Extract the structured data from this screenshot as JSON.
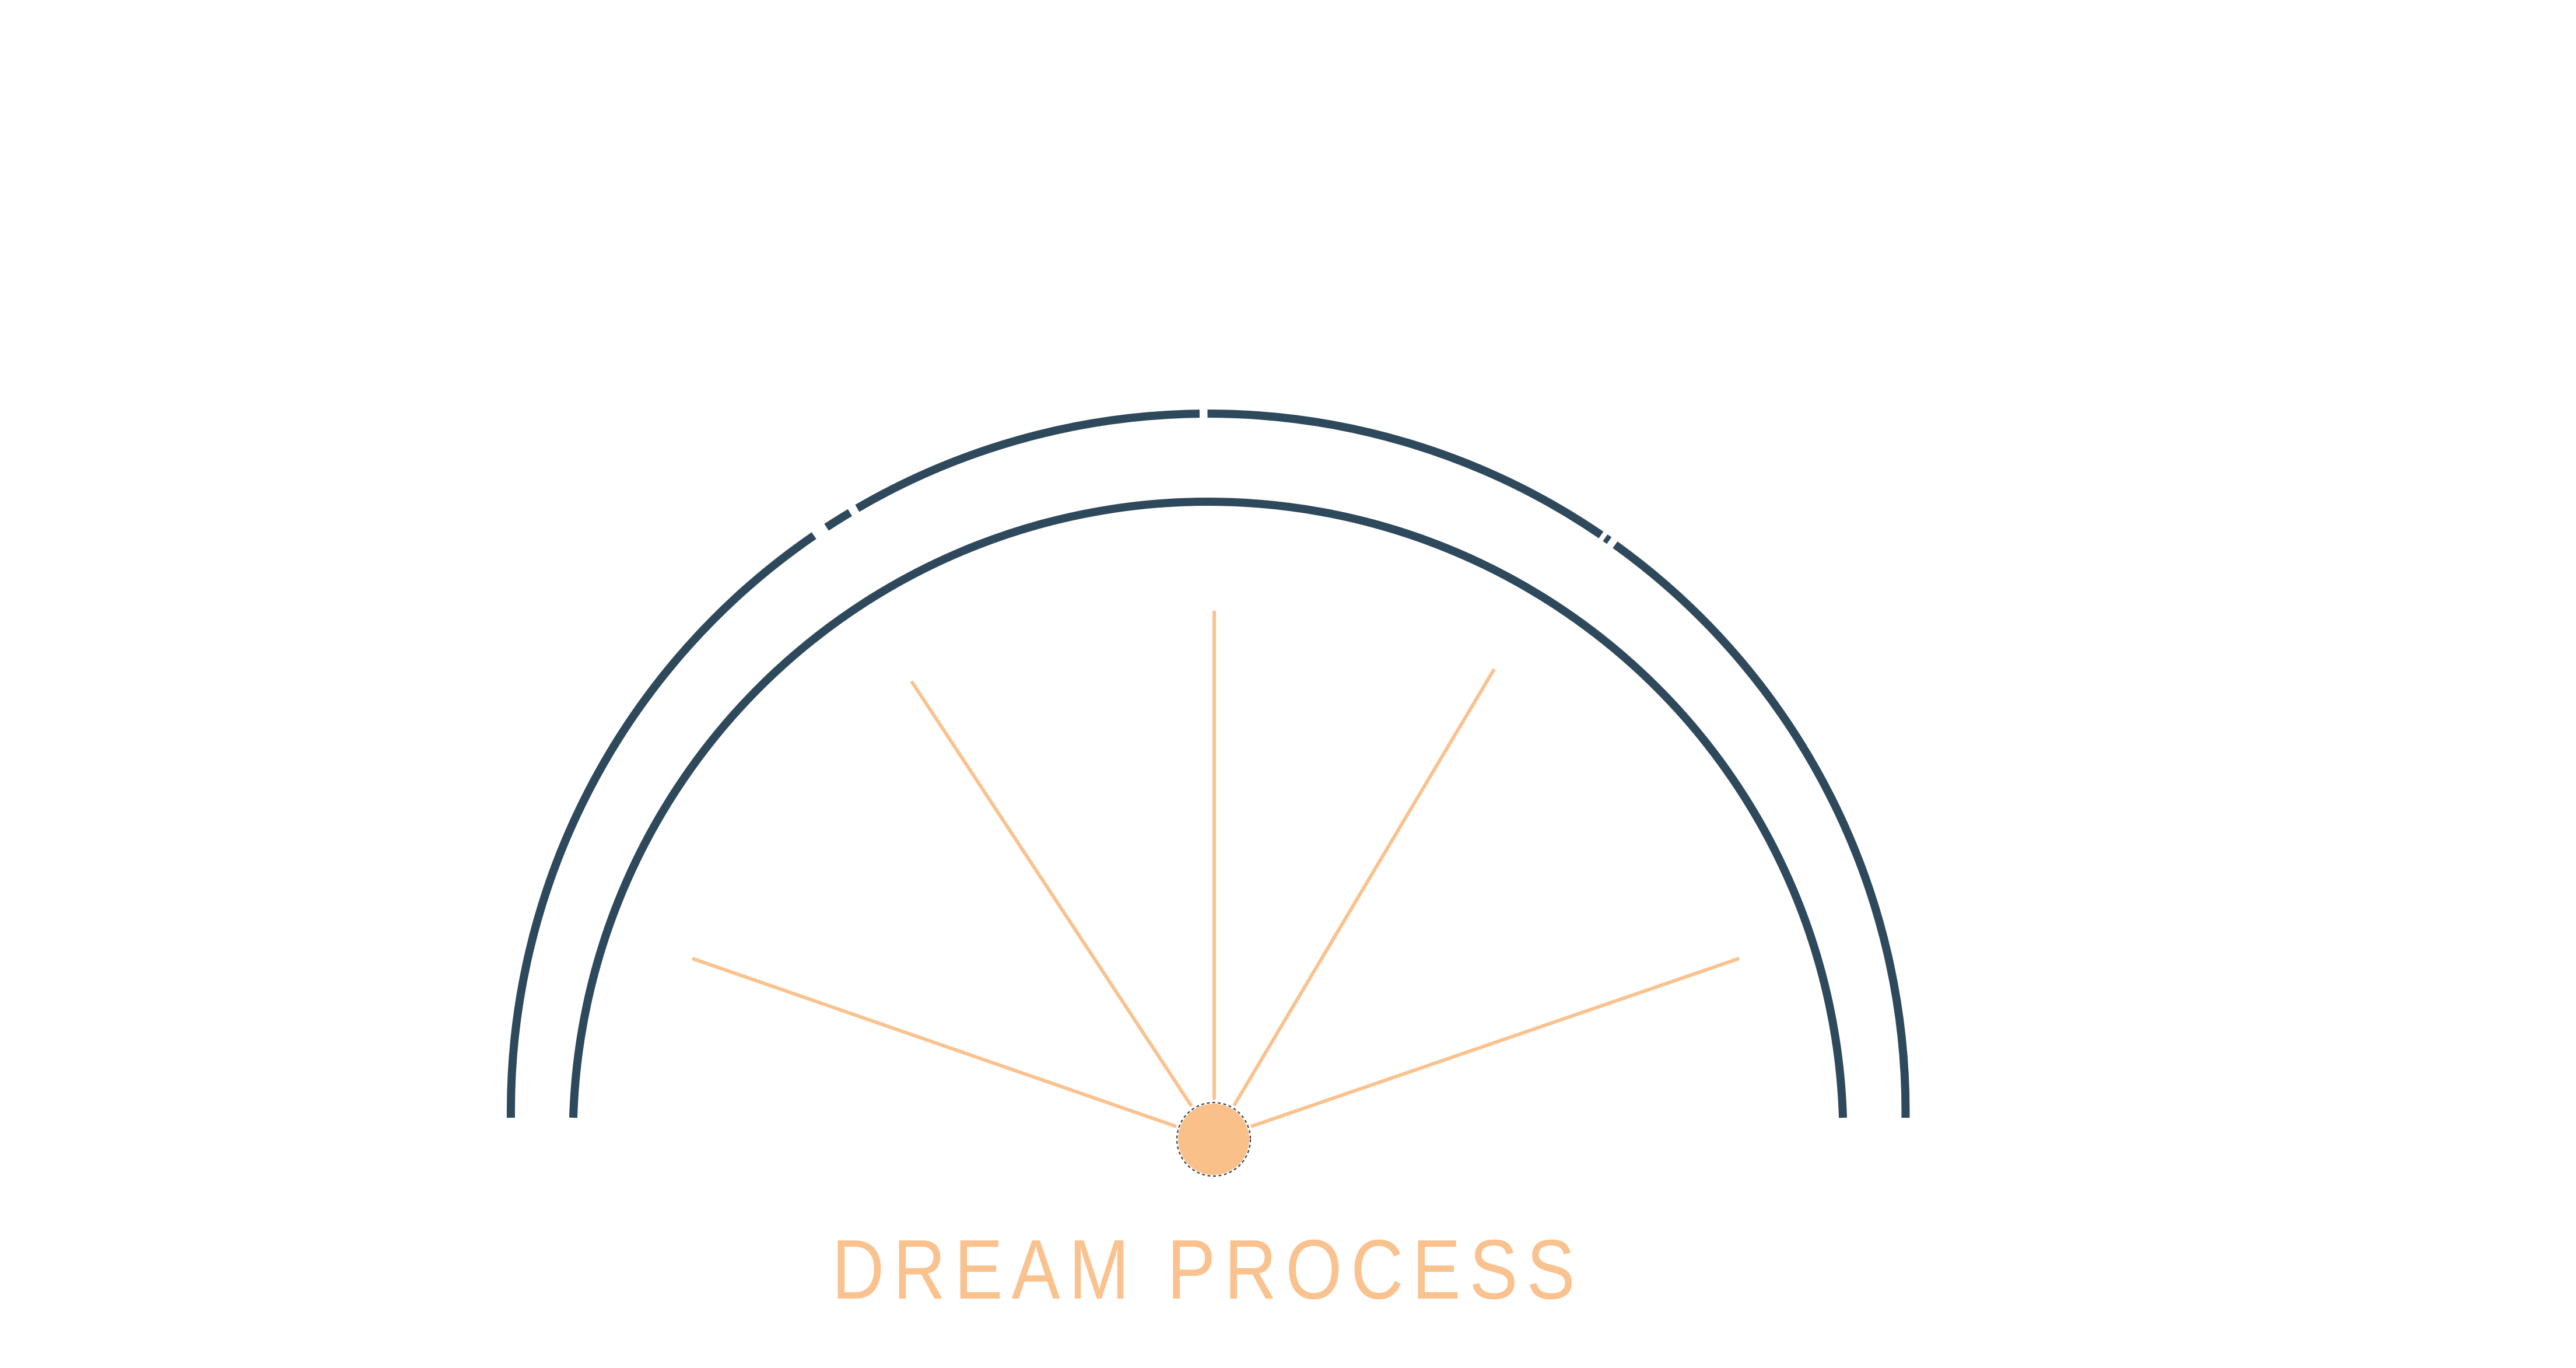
{
  "page": {
    "background": "#ffffff"
  },
  "diagram": {
    "title": "DREAM PROCESS",
    "ray_count": 5,
    "arc_count": 2
  },
  "colors": {
    "arc_navy": "#2e485c",
    "ray_orange": "#f9c28e",
    "sun_fill": "#f9c08a",
    "sun_ring": "#3e3e3e",
    "title_orange": "#f9c28e"
  }
}
